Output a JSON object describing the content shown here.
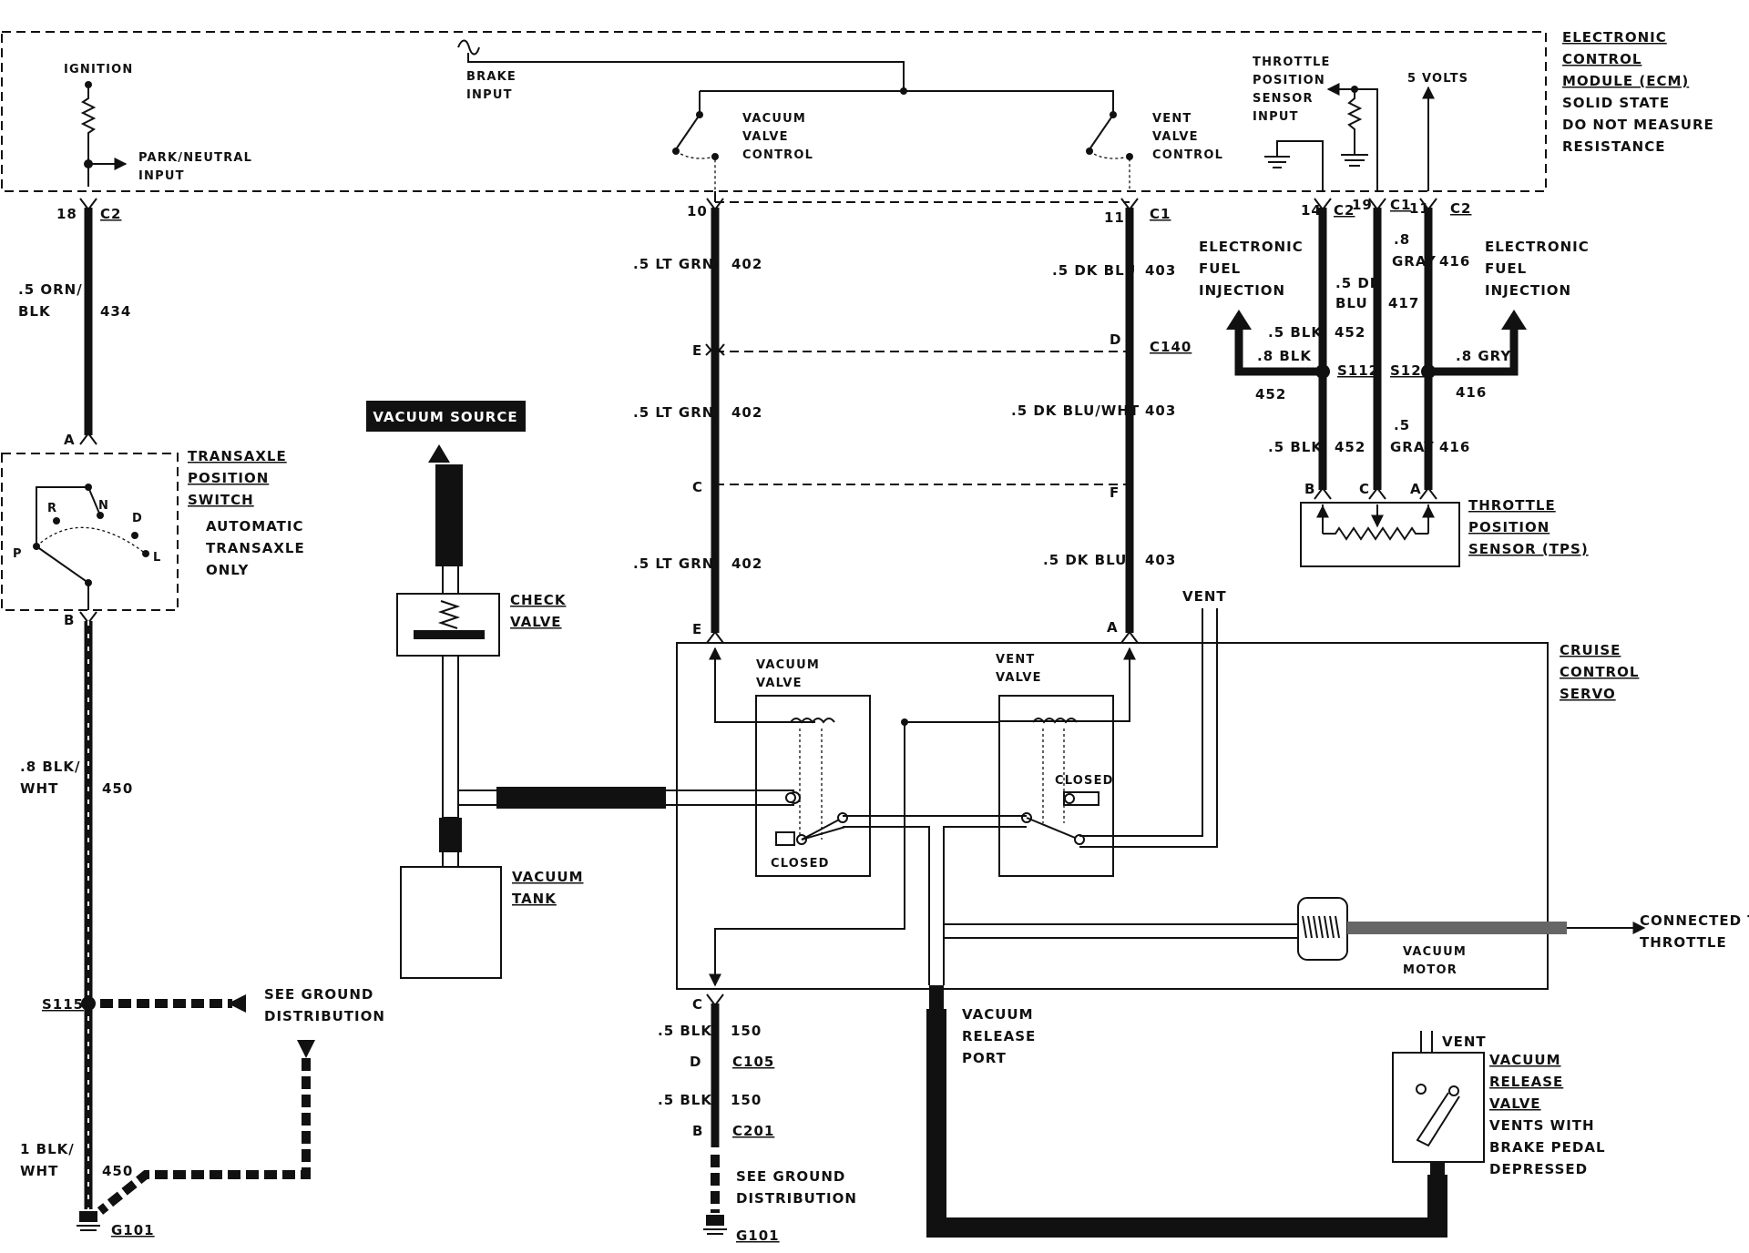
{
  "ecm": {
    "title": [
      "ELECTRONIC",
      "CONTROL",
      "MODULE (ECM)"
    ],
    "notes": [
      "SOLID STATE",
      "DO NOT MEASURE",
      "RESISTANCE"
    ],
    "ignition": "IGNITION",
    "park_neutral": [
      "PARK/NEUTRAL",
      "INPUT"
    ],
    "brake": [
      "BRAKE",
      "INPUT"
    ],
    "vacuum_valve_control": [
      "VACUUM",
      "VALVE",
      "CONTROL"
    ],
    "vent_valve_control": [
      "VENT",
      "VALVE",
      "CONTROL"
    ],
    "tps_input": [
      "THROTTLE",
      "POSITION",
      "SENSOR",
      "INPUT"
    ],
    "five_volts": "5 VOLTS"
  },
  "left_circuit": {
    "pin": "18",
    "conn": "C2",
    "wire1": [
      ".5 ORN/",
      "BLK"
    ],
    "circuit1": "434",
    "pin_a": "A",
    "pin_b": "B",
    "switch": [
      "TRANSAXLE",
      "POSITION",
      "SWITCH"
    ],
    "switch_note": [
      "AUTOMATIC",
      "TRANSAXLE",
      "ONLY"
    ],
    "positions": [
      "P",
      "R",
      "N",
      "D",
      "L"
    ],
    "wire2": [
      ".8 BLK/",
      "WHT"
    ],
    "circuit2": "450",
    "splice": "S115",
    "ground_ref": [
      "SEE GROUND",
      "DISTRIBUTION"
    ],
    "wire3": [
      "1 BLK/",
      "WHT"
    ],
    "circuit3": "450",
    "ground": "G101"
  },
  "vacuum_circuit": {
    "pin": "10",
    "wire": ".5 LT GRN",
    "circuit": "402",
    "pin_e": "E",
    "pin_c": "C"
  },
  "vent_circuit": {
    "pin": "11",
    "conn": "C1",
    "wire1": ".5 DK BLU",
    "circuit": "403",
    "pin_d": "D",
    "conn2": "C140",
    "wire2": ".5 DK BLU/WHT",
    "pin_f": "F",
    "pin_a": "A"
  },
  "servo": {
    "title": [
      "CRUISE",
      "CONTROL",
      "SERVO"
    ],
    "vacuum_valve": [
      "VACUUM",
      "VALVE"
    ],
    "vent_valve": [
      "VENT",
      "VALVE"
    ],
    "closed": "CLOSED",
    "vent": "VENT",
    "vacuum_motor": [
      "VACUUM",
      "MOTOR"
    ],
    "connected": [
      "CONNECTED TO",
      "THROTTLE"
    ],
    "release_port": [
      "VACUUM",
      "RELEASE",
      "PORT"
    ]
  },
  "vacuum_side": {
    "source": "VACUUM SOURCE",
    "check_valve": [
      "CHECK",
      "VALVE"
    ],
    "tank": [
      "VACUUM",
      "TANK"
    ]
  },
  "servo_ground": {
    "pin_c": "C",
    "wire": ".5 BLK",
    "circuit": "150",
    "pin_d": "D",
    "conn1": "C105",
    "pin_b": "B",
    "conn2": "C201",
    "ground_ref": [
      "SEE GROUND",
      "DISTRIBUTION"
    ],
    "ground": "G101"
  },
  "release_valve": {
    "vent": "VENT",
    "title": [
      "VACUUM",
      "RELEASE",
      "VALVE"
    ],
    "note": [
      "VENTS WITH",
      "BRAKE PEDAL",
      "DEPRESSED"
    ]
  },
  "tps": {
    "pin14": "14",
    "pin19": "19",
    "pin11": "11",
    "c2": "C2",
    "c1": "C1",
    "efi": [
      "ELECTRONIC",
      "FUEL",
      "INJECTION"
    ],
    "blk": ".5 BLK",
    "blk8": ".8 BLK",
    "c452": "452",
    "dkblu": [
      ".5 DK",
      "BLU"
    ],
    "c417": "417",
    "gray8": [
      ".8",
      "GRAY"
    ],
    "c416": "416",
    "gry8": ".8 GRY",
    "s112": "S112",
    "s120": "S120",
    "gray5": [
      ".5",
      "GRAY"
    ],
    "pins": [
      "B",
      "C",
      "A"
    ],
    "title": [
      "THROTTLE",
      "POSITION",
      "SENSOR (TPS)"
    ]
  }
}
